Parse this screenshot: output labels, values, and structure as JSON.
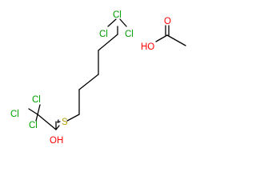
{
  "background": "#ffffff",
  "bond_color": "#000000",
  "atoms": {
    "cl_top_left": {
      "text": "Cl",
      "color": "#00a000"
    },
    "cl_top_mid": {
      "text": "Cl",
      "color": "#00a000"
    },
    "cl_top_right": {
      "text": "Cl",
      "color": "#00a000"
    },
    "cl_bot_1": {
      "text": "Cl",
      "color": "#00a000"
    },
    "cl_bot_2": {
      "text": "Cl",
      "color": "#00a000"
    },
    "cl_bot_3": {
      "text": "Cl",
      "color": "#00a000"
    },
    "sulfur": {
      "text": "S",
      "color": "#b5a000"
    },
    "hydroxyl_1": {
      "text": "OH",
      "color": "#ff0000"
    },
    "hydroxyl_2": {
      "text": "HO",
      "color": "#ff0000"
    },
    "carbonyl_o": {
      "text": "O",
      "color": "#ff0000"
    }
  }
}
